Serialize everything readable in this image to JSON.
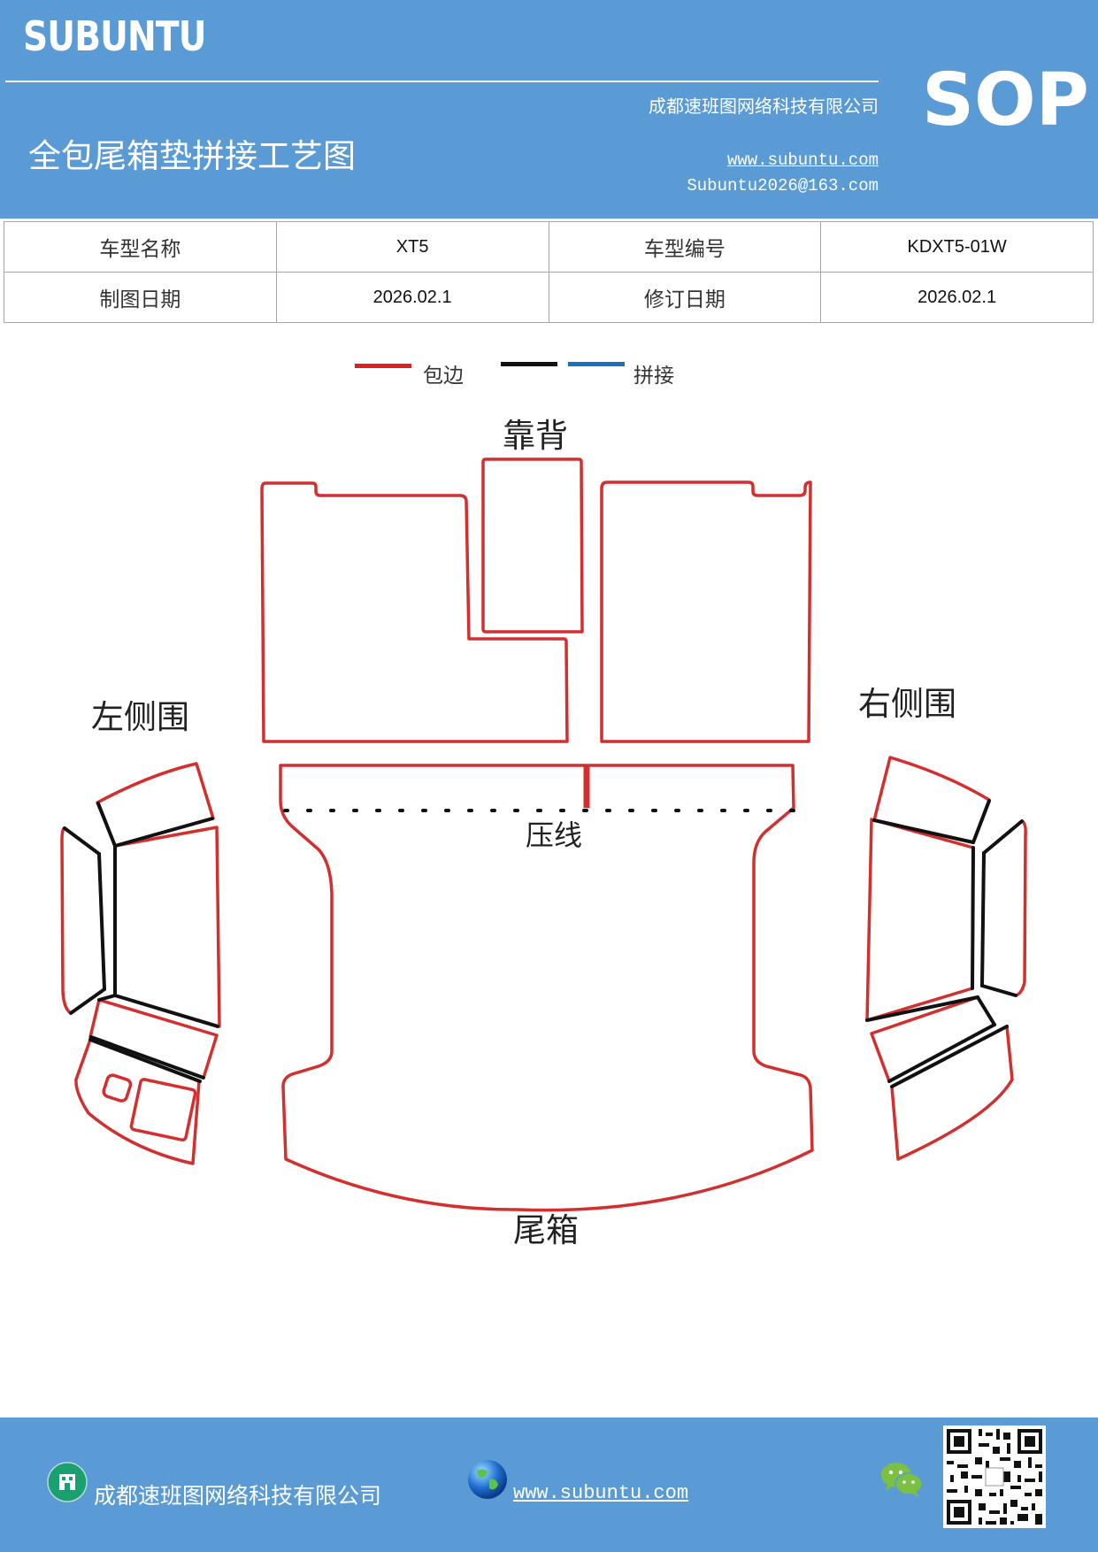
{
  "header": {
    "brand": "SUBUNTU",
    "company": "成都速班图网络科技有限公司",
    "title": "全包尾箱垫拼接工艺图",
    "website": "www.subuntu.com",
    "email": "Subuntu2026@163.com",
    "sop": "SOP"
  },
  "info": {
    "model_name_label": "车型名称",
    "model_name": "XT5",
    "model_code_label": "车型编号",
    "model_code": "KDXT5-01W",
    "draw_date_label": "制图日期",
    "draw_date": "2026.02.1",
    "revise_date_label": "修订日期",
    "revise_date": "2026.02.1"
  },
  "legend": {
    "edge_label": "包边",
    "splice_label": "拼接",
    "edge_color": "#e02020",
    "black_color": "#111111",
    "splice_color": "#1a70c0"
  },
  "diagram": {
    "backrest": "靠背",
    "left_side": "左侧围",
    "right_side": "右侧围",
    "crease": "压线",
    "trunk": "尾箱",
    "outline_color": "#d32f2f",
    "seam_color": "#111111"
  },
  "footer": {
    "company": "成都速班图网络科技有限公司",
    "website": "www.subuntu.com",
    "building_icon": "building-icon",
    "globe_icon": "globe-icon",
    "wechat_icon": "wechat-icon"
  },
  "colors": {
    "banner": "#5b9bd5",
    "text_on_banner": "#ffffff"
  }
}
